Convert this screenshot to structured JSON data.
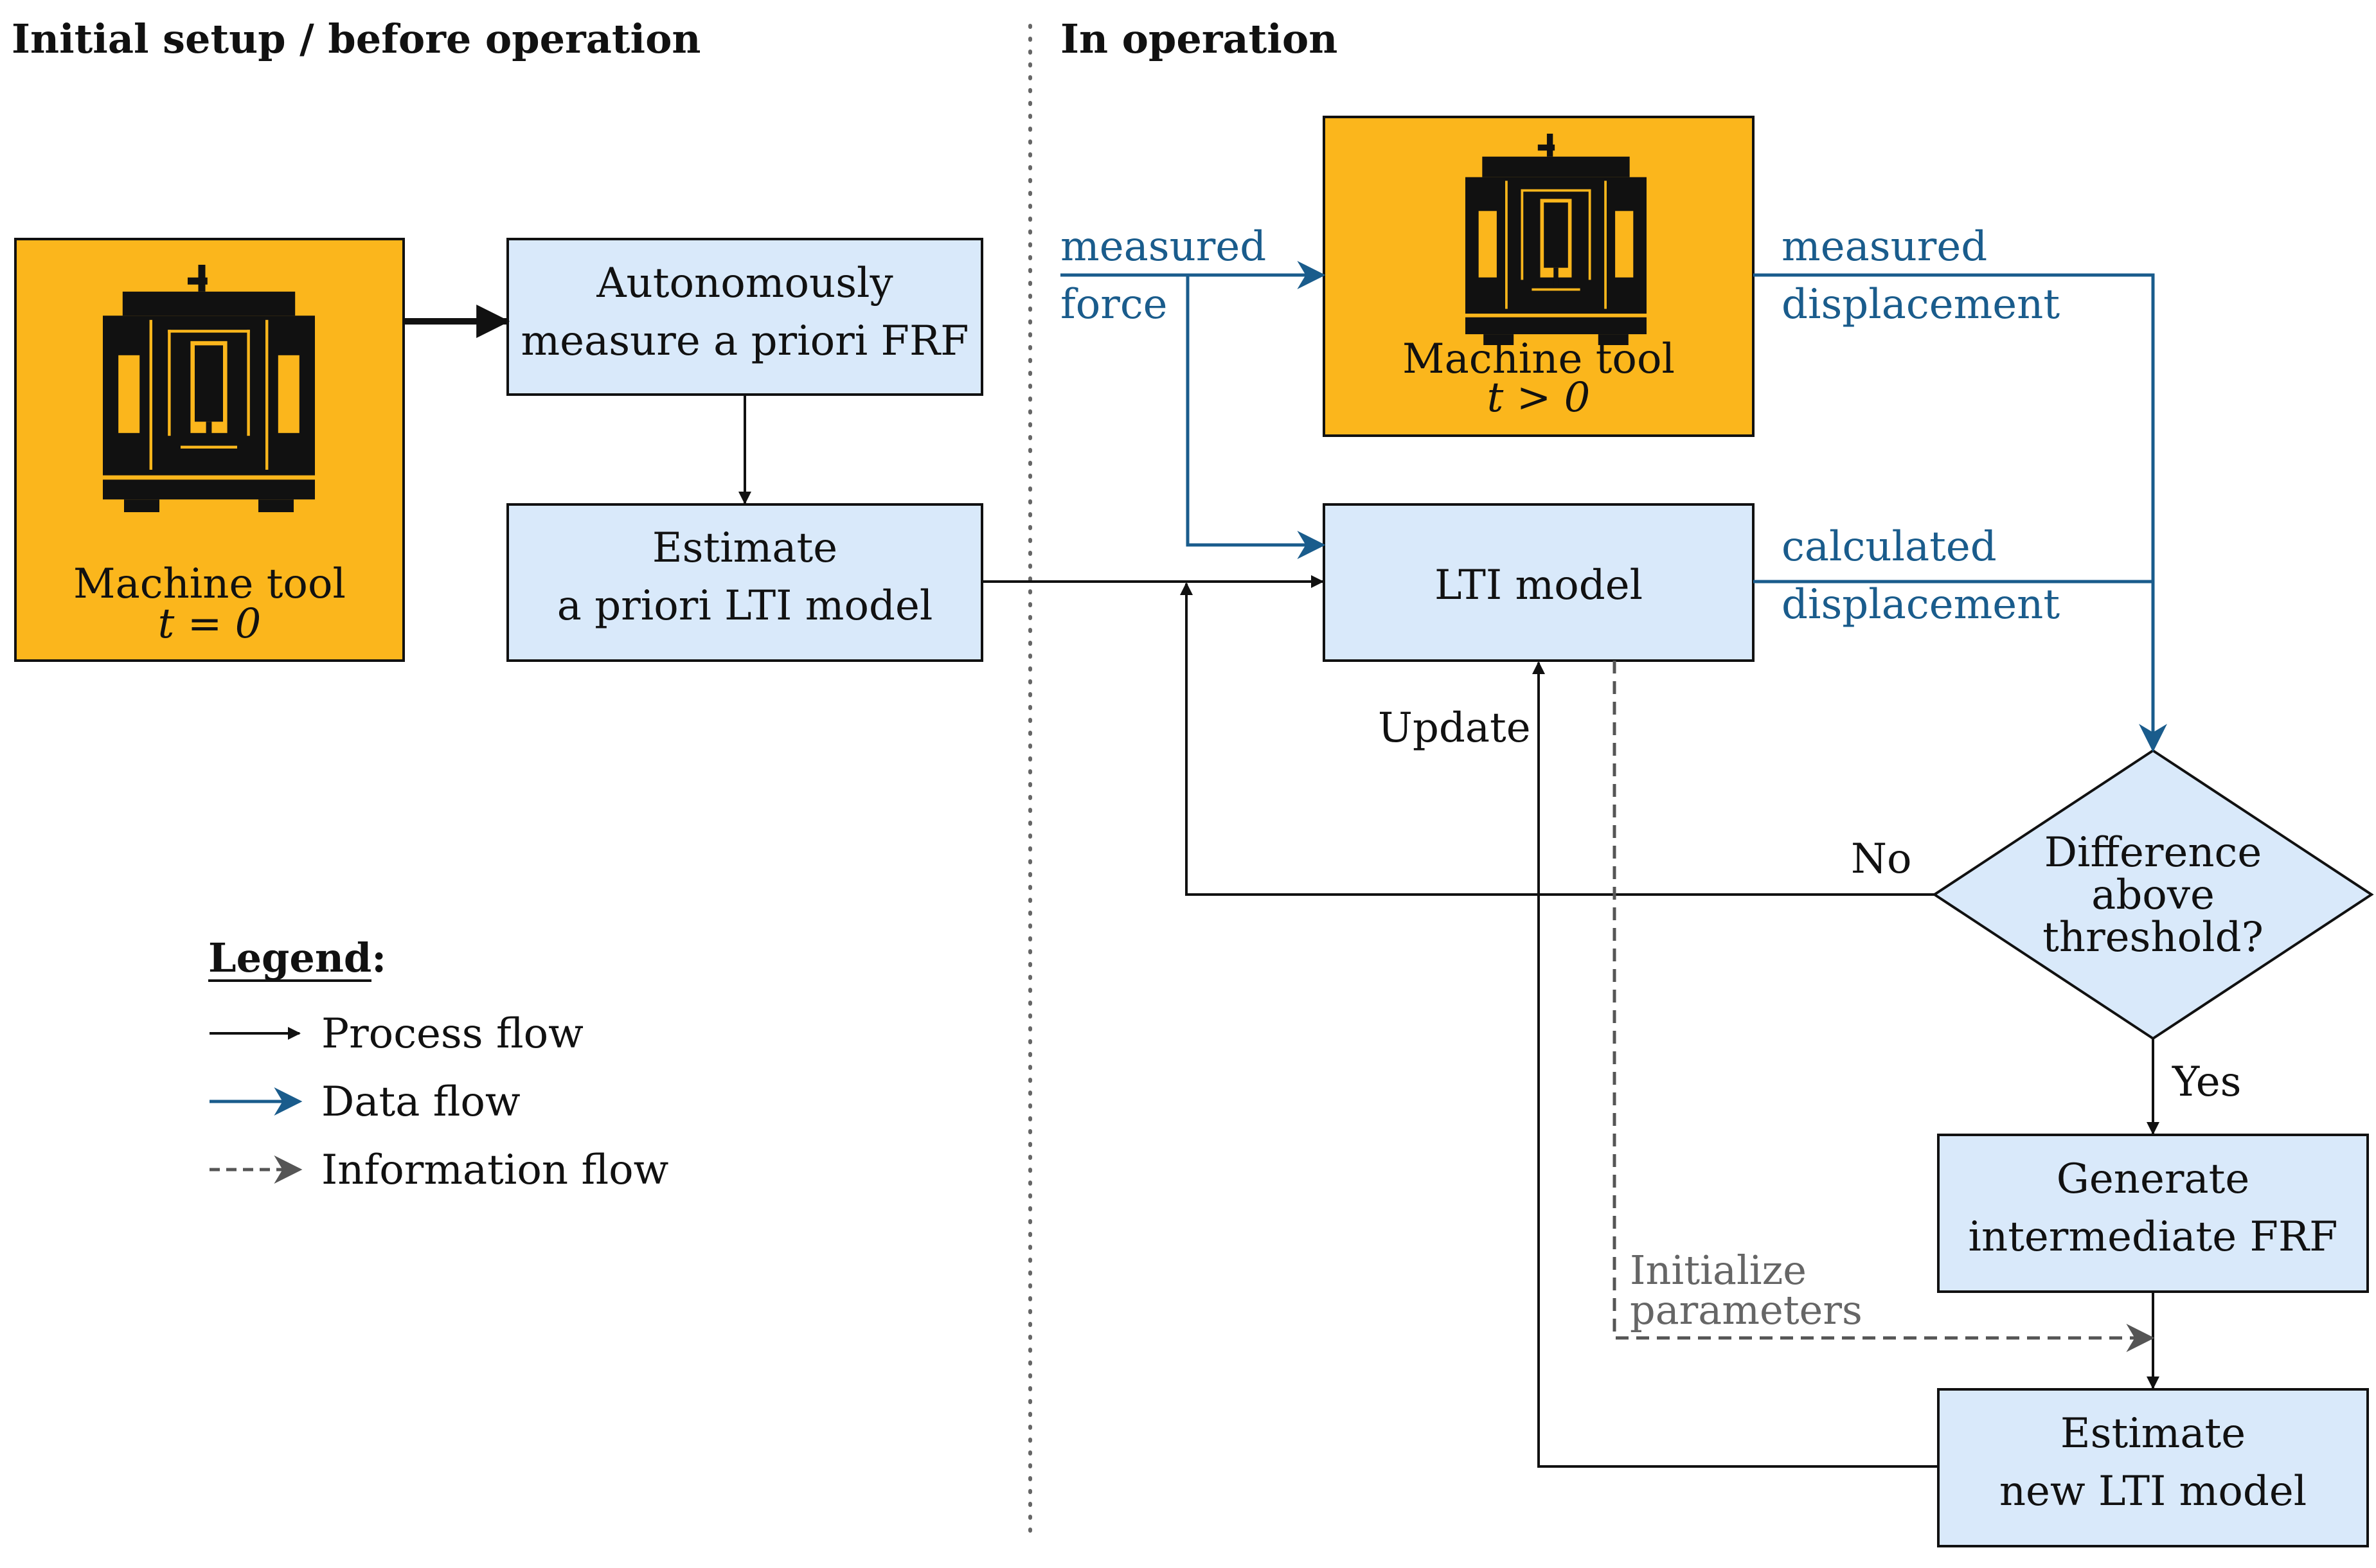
{
  "headers": {
    "left": "Initial setup / before operation",
    "right": "In operation"
  },
  "boxes": {
    "machine_tool_initial": {
      "name": "Machine tool",
      "time": "t = 0"
    },
    "measure_frf": {
      "line1": "Autonomously",
      "line2": "measure a priori FRF"
    },
    "estimate_lti": {
      "line1": "Estimate",
      "line2": "a priori LTI model"
    },
    "machine_tool_op": {
      "name": "Machine tool",
      "time": "t > 0"
    },
    "lti_model": {
      "label": "LTI model"
    },
    "decision": {
      "line1": "Difference",
      "line2": "above",
      "line3": "threshold?"
    },
    "generate_frf": {
      "line1": "Generate",
      "line2": "intermediate FRF"
    },
    "estimate_new": {
      "line1": "Estimate",
      "line2": "new LTI model"
    }
  },
  "flow_labels": {
    "measured_force": {
      "line1": "measured",
      "line2": "force"
    },
    "measured_displacement": {
      "line1": "measured",
      "line2": "displacement"
    },
    "calculated_displacement": {
      "line1": "calculated",
      "line2": "displacement"
    },
    "update": "Update",
    "no": "No",
    "yes": "Yes",
    "initialize": {
      "line1": "Initialize",
      "line2": "parameters"
    }
  },
  "legend": {
    "title": "Legend:",
    "items": [
      {
        "label": "Process flow",
        "style": "solid-black"
      },
      {
        "label": "Data flow",
        "style": "solid-blue"
      },
      {
        "label": "Information flow",
        "style": "dashed-gray"
      }
    ]
  },
  "colors": {
    "machine_fill": "#fbb61c",
    "box_fill": "#d9e9fa",
    "data_flow": "#1a5c8c",
    "info_flow": "#555555",
    "process_flow": "#111111"
  },
  "icons": {
    "machine": "machine-tool-icon"
  }
}
